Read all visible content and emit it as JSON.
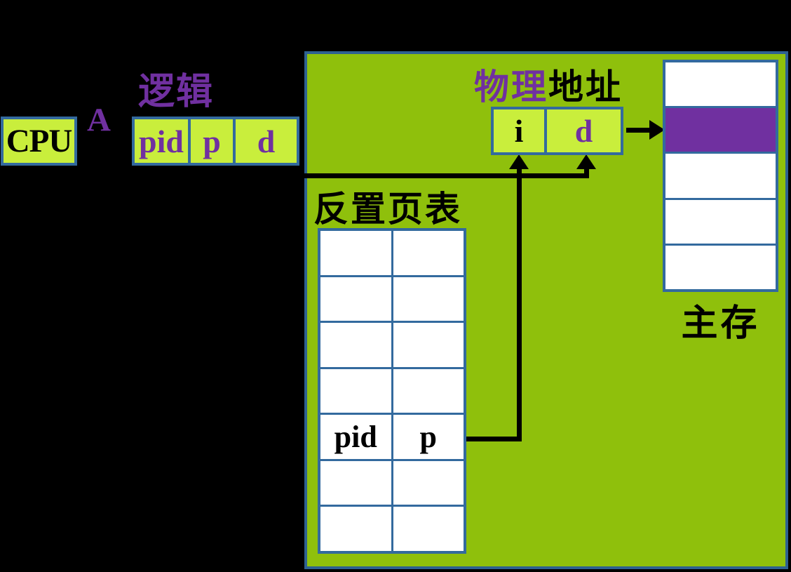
{
  "colors": {
    "background": "#000000",
    "panel_green": "#8FC00C",
    "cell_green": "#C9EE3C",
    "border_blue": "#336A9E",
    "purple": "#7030A0",
    "highlight_purple": "#7030A0",
    "line_black": "#000000"
  },
  "cpu": {
    "label": "CPU"
  },
  "bus_label": "A",
  "logical_address": {
    "title": "逻辑",
    "fields": [
      {
        "label": "pid"
      },
      {
        "label": "p"
      },
      {
        "label": "d"
      }
    ]
  },
  "physical_address": {
    "title_part1": "物理",
    "title_part2": "地址",
    "fields": [
      {
        "label": "i"
      },
      {
        "label": "d"
      }
    ]
  },
  "inverted_page_table": {
    "title": "反置页表",
    "rows": 7,
    "columns": 2,
    "entry_row_index": 4,
    "entry": {
      "pid_label": "pid",
      "p_label": "p"
    }
  },
  "main_memory": {
    "title": "主存",
    "rows": 5,
    "highlighted_row_index": 1
  }
}
